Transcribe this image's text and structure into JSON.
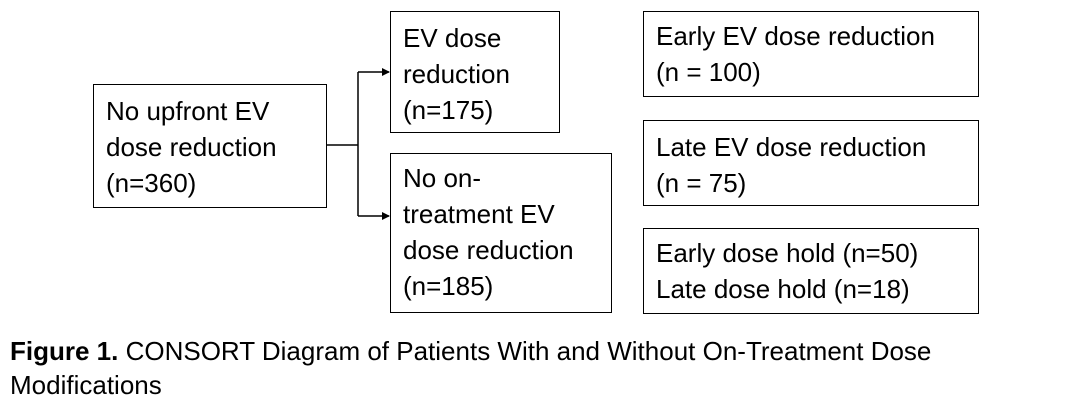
{
  "diagram": {
    "root": {
      "lines": [
        "No upfront EV",
        "dose reduction",
        "(n=360)"
      ]
    },
    "branch_reduction": {
      "lines": [
        "EV dose",
        "reduction",
        "(n=175)"
      ]
    },
    "branch_no_reduction": {
      "lines": [
        "No on-",
        "treatment EV",
        "dose reduction",
        "(n=185)"
      ]
    },
    "early_reduction": {
      "lines": [
        "Early EV dose reduction",
        "(n = 100)"
      ]
    },
    "late_reduction": {
      "lines": [
        "Late EV dose reduction",
        "(n = 75)"
      ]
    },
    "dose_holds": {
      "lines": [
        "Early dose hold (n=50)",
        "Late dose hold (n=18)"
      ]
    }
  },
  "caption": {
    "label": "Figure 1.",
    "text": " CONSORT Diagram of Patients With and Without On-Treatment Dose Modifications"
  }
}
